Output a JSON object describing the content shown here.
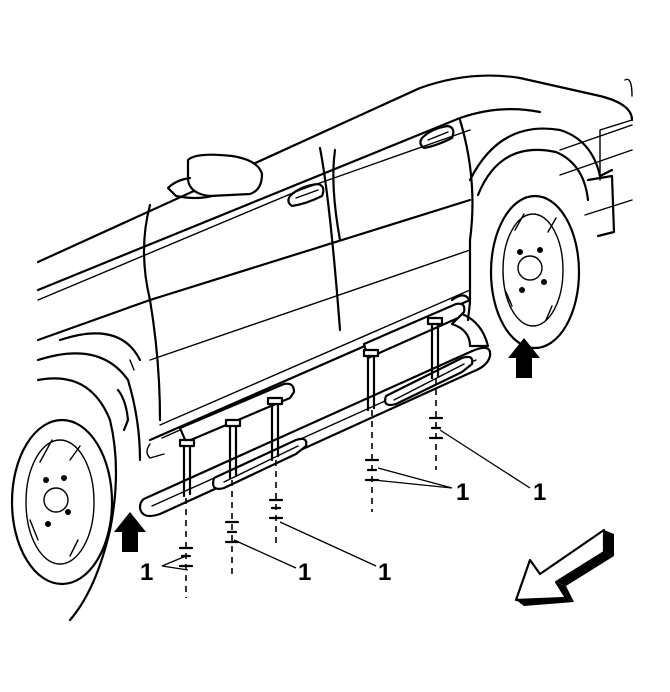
{
  "callouts": {
    "c1": "1",
    "c2": "1",
    "c3": "1",
    "c4": "1",
    "c5": "1",
    "c6": "1"
  },
  "icons": {
    "lift_arrow_rear": "up-arrow-icon",
    "lift_arrow_front": "up-arrow-icon",
    "vehicle_front_direction": "direction-arrow-icon"
  }
}
